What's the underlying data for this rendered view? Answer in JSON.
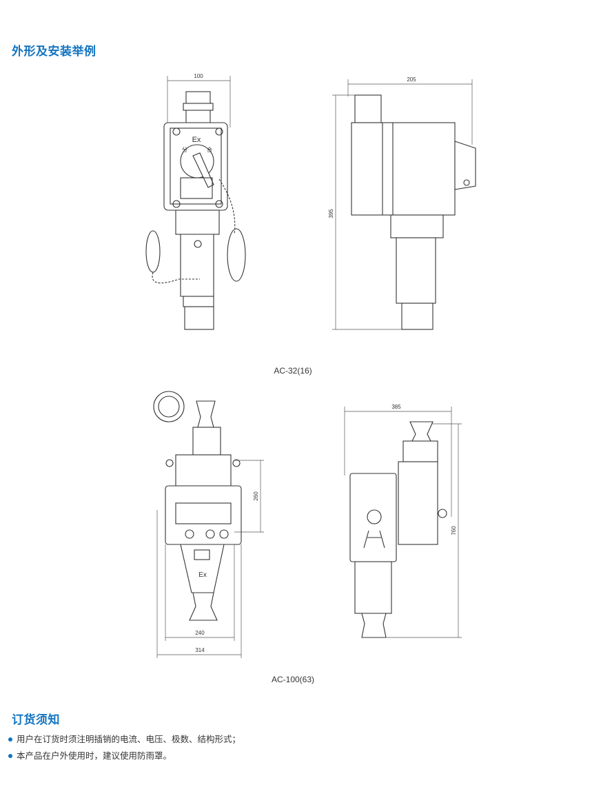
{
  "sections": {
    "appearance_title": "外形及安装举例",
    "order_title": "订货须知"
  },
  "drawings": {
    "ac32": {
      "caption": "AC-32(16)",
      "width_front": "100",
      "width_side": "205",
      "height_side": "395",
      "marking": "Ex",
      "off_label": "分",
      "on_label": "合"
    },
    "ac100": {
      "caption": "AC-100(63)",
      "height_mount": "260",
      "width_inner": "240",
      "width_outer": "314",
      "width_side": "385",
      "height_side": "760",
      "marking": "Ex"
    }
  },
  "notes": [
    "用户在订货时须注明插销的电流、电压、极数、结构形式；",
    "本产品在户外使用时，建议使用防雨罩。"
  ],
  "colors": {
    "accent": "#1273c0"
  }
}
